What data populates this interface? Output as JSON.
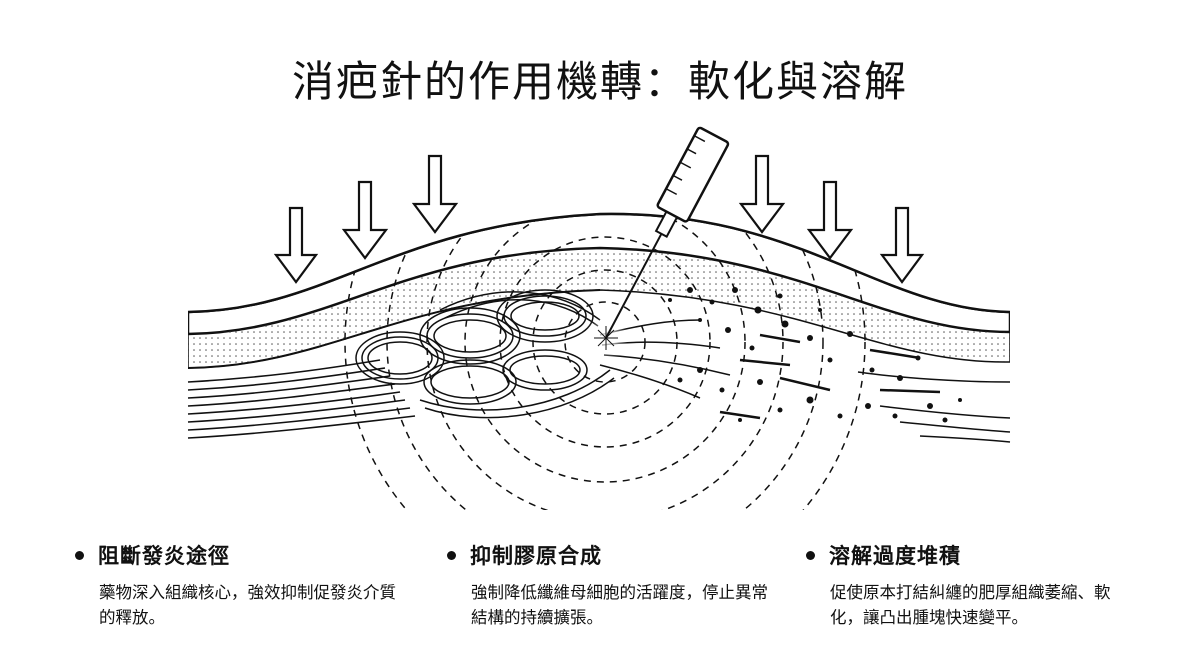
{
  "title": "消疤針的作用機轉：軟化與溶解",
  "points": [
    {
      "heading": "阻斷發炎途徑",
      "description": "藥物深入組織核心，強效抑制促發炎介質的釋放。"
    },
    {
      "heading": "抑制膠原合成",
      "description": "強制降低纖維母細胞的活躍度，停止異常結構的持續擴張。"
    },
    {
      "heading": "溶解過度堆積",
      "description": "促使原本打結糾纏的肥厚組織萎縮、軟化，讓凸出腫塊快速變平。"
    }
  ]
}
